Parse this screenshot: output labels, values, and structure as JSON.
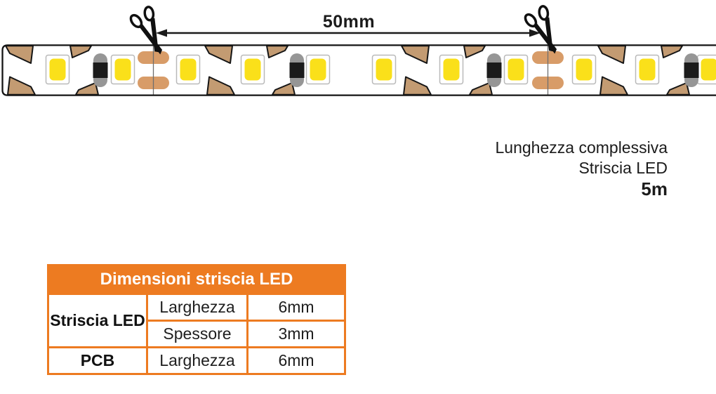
{
  "diagram": {
    "dimension_label": "50mm",
    "overall_length": {
      "line1": "Lunghezza complessiva",
      "line2": "Striscia LED",
      "value": "5m"
    }
  },
  "table": {
    "title": "Dimensioni striscia LED",
    "rows": [
      {
        "group": "Striscia LED",
        "property": "Larghezza",
        "value": "6mm"
      },
      {
        "group": "Striscia LED",
        "property": "Spessore",
        "value": "3mm"
      },
      {
        "group": "PCB",
        "property": "Larghezza",
        "value": "6mm"
      }
    ]
  },
  "icons": {
    "scissors": "✂"
  },
  "colors": {
    "accent_orange": "#ED7B21",
    "backing_tan": "#C39B72",
    "pad_copper": "#D89C68",
    "led_yellow": "#FAE01A",
    "resistor_gray": "#969696",
    "resistor_black": "#1b1b1b",
    "outline_black": "#141414"
  }
}
